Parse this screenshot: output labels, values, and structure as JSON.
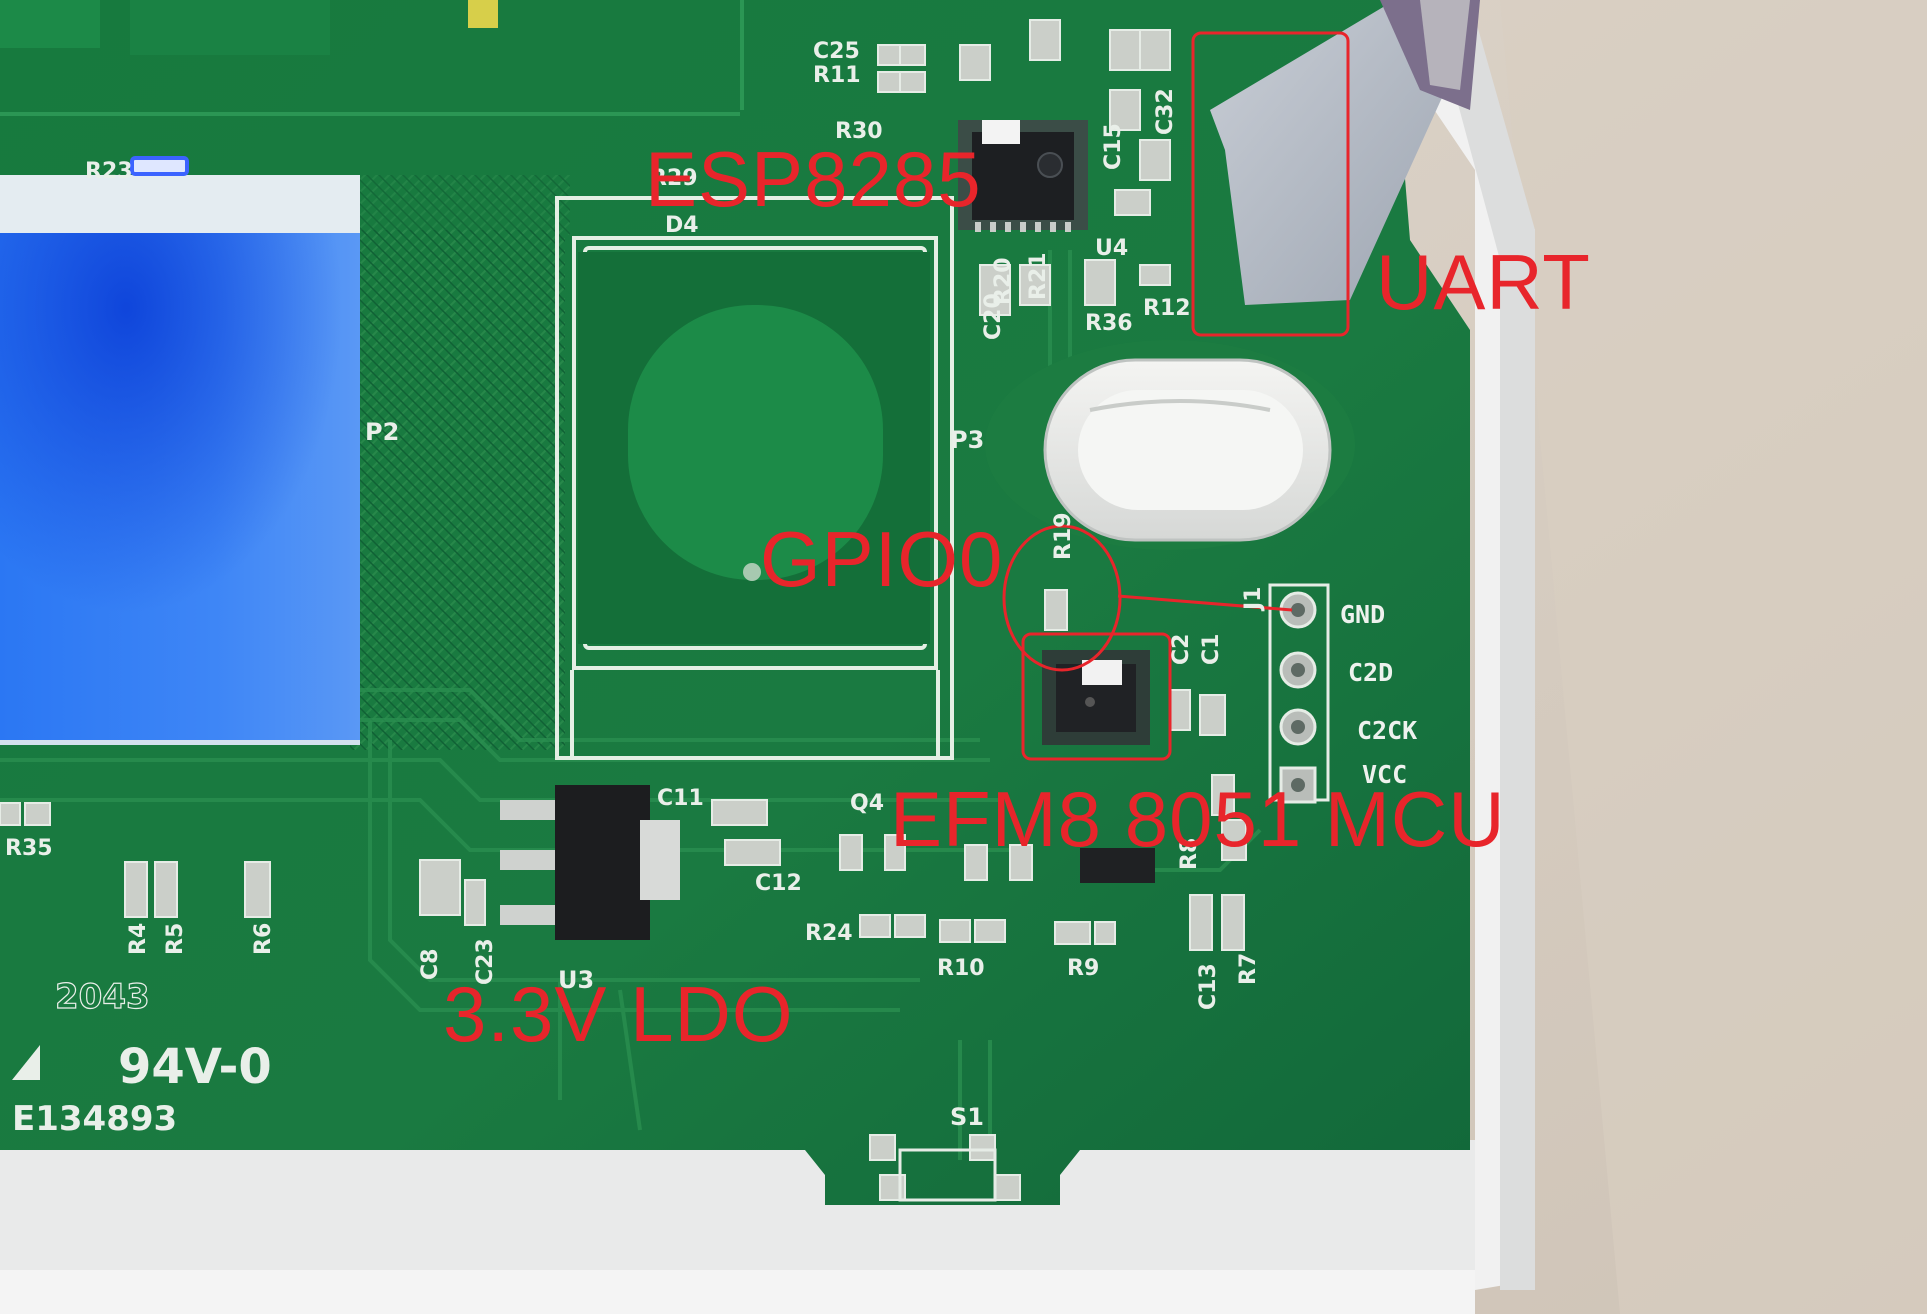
{
  "annotations": {
    "esp": "ESP8285",
    "uart": "UART",
    "gpio0": "GPIO0",
    "efm8": "EFM8 8051 MCU",
    "ldo": "3.3V LDO"
  },
  "header_pins": [
    "GND",
    "C2D",
    "C2CK",
    "VCC"
  ],
  "silkscreen": {
    "ul_mark": "94V-0",
    "cert": "E134893",
    "date": "2043",
    "switch": "S1",
    "regulator": "U3",
    "antenna": "P3",
    "pad": "P2",
    "connector": "J1",
    "refs": [
      "C25",
      "R11",
      "R30",
      "R29",
      "D4",
      "R12",
      "R36",
      "R21",
      "R20",
      "C20",
      "R19",
      "C2",
      "C1",
      "Q4",
      "C11",
      "C12",
      "R24",
      "R10",
      "R9",
      "R8",
      "R7",
      "C13",
      "C8",
      "C23",
      "R4",
      "R5",
      "R6",
      "R35",
      "R23",
      "U4",
      "C15",
      "C32"
    ]
  },
  "colors": {
    "annotation": "#e8252b",
    "pcb": "#1f7d44",
    "lcd": "#2f7cf2"
  }
}
